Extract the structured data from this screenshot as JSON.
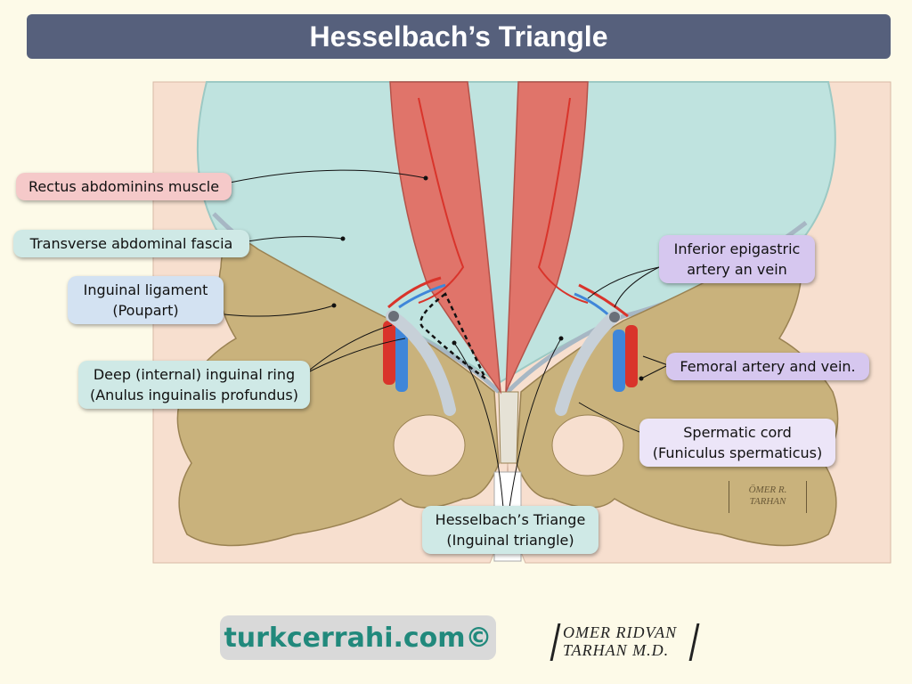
{
  "title": "Hesselbach’s Triangle",
  "labels": {
    "rectus": "Rectus abdominins muscle",
    "transverse": "Transverse abdominal fascia",
    "inguinal_l1": "Inguinal ligament",
    "inguinal_l2": "(Poupart)",
    "deep_l1": "Deep (internal) inguinal ring",
    "deep_l2": "(Anulus inguinalis profundus)",
    "epigastric_l1": "Inferior epigastric",
    "epigastric_l2": "artery an vein",
    "femoral": "Femoral artery and vein.",
    "spermatic_l1": "Spermatic cord",
    "spermatic_l2": "(Funiculus spermaticus)",
    "hesselbach_l1": "Hesselbach’s Triange",
    "hesselbach_l2": "(Inguinal triangle)"
  },
  "brand": "turkcerrahi.com©",
  "signature": {
    "line1": "OMER   RIDVAN",
    "line2": "TARHAN  M.D."
  },
  "stamp": {
    "line1": "ÖMER R.",
    "line2": "TARHAN"
  },
  "colors": {
    "title_bar": "#56607c",
    "muscle": "#e0746a",
    "fascia": "#bfe3df",
    "bone": "#c9b27c",
    "skin": "#f7dfcf",
    "artery": "#d9342b",
    "vein": "#3f86d9",
    "brand_text": "#21897c"
  }
}
